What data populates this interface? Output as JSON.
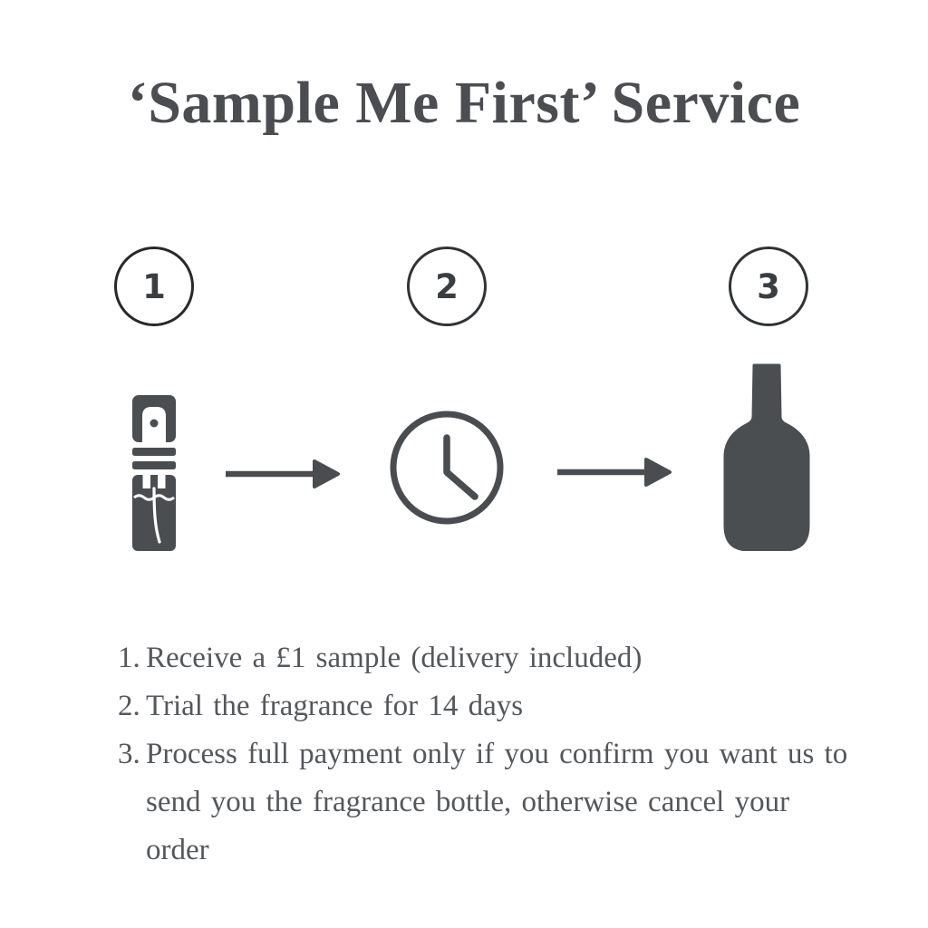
{
  "title": "‘Sample Me First’ Service",
  "colors": {
    "background": "#ffffff",
    "title_text": "#4b4d51",
    "body_text": "#54575b",
    "icon_gray": "#4a4e50",
    "circle_outline": "#303336"
  },
  "steps": [
    {
      "number": "1",
      "icon": "sample-vial-icon"
    },
    {
      "number": "2",
      "icon": "clock-icon"
    },
    {
      "number": "3",
      "icon": "perfume-bottle-icon"
    }
  ],
  "flow": {
    "arrow_icon": "arrow-right-icon",
    "arrow_count": 2
  },
  "instructions": {
    "items": [
      {
        "number": "1.",
        "lines": [
          "Receive a £1 sample (delivery included)"
        ]
      },
      {
        "number": "2.",
        "lines": [
          "Trial the fragrance for 14 days"
        ]
      },
      {
        "number": "3.",
        "lines": [
          "Process full payment only if you confirm you want us to",
          "send you the fragrance bottle, otherwise cancel your order"
        ]
      }
    ]
  }
}
